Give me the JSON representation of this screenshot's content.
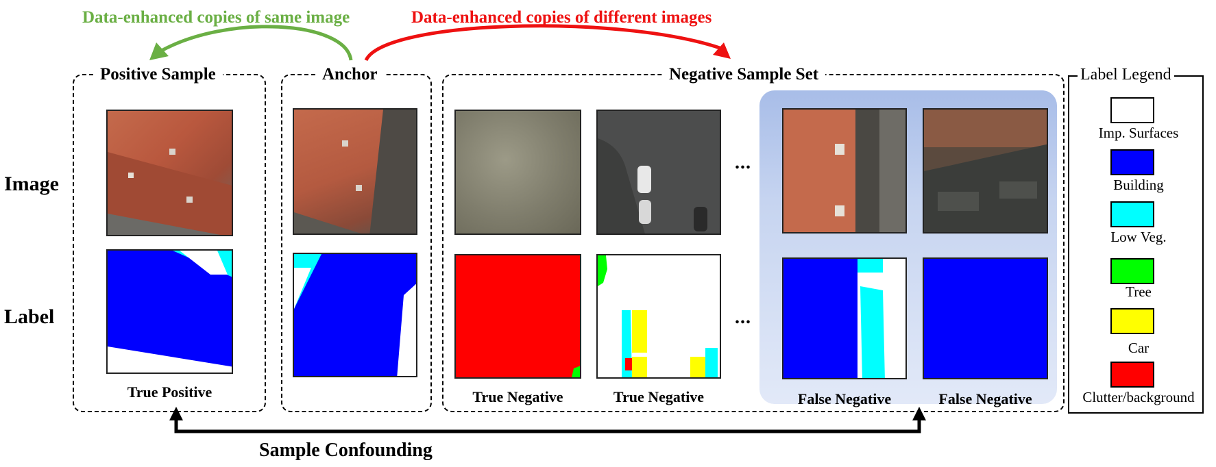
{
  "top_arrows": {
    "left_label": "Data-enhanced copies of same image",
    "left_color": "#6aaf44",
    "right_label": "Data-enhanced copies of different images",
    "right_color": "#ee1111"
  },
  "groups": {
    "positive": {
      "title": "Positive Sample",
      "caption": "True Positive"
    },
    "anchor": {
      "title": "Anchor"
    },
    "negative": {
      "title": "Negative Sample Set",
      "captions": [
        "True Negative",
        "True Negative",
        "False Negative",
        "False Negative"
      ]
    }
  },
  "row_labels": {
    "image": "Image",
    "label": "Label"
  },
  "ellipsis": "...",
  "bottom": {
    "label": "Sample Confounding"
  },
  "legend": {
    "title": "Label Legend",
    "items": [
      {
        "label": "Imp. Surfaces",
        "color": "#ffffff"
      },
      {
        "label": "Building",
        "color": "#0000ff"
      },
      {
        "label": "Low Veg.",
        "color": "#00ffff"
      },
      {
        "label": "Tree",
        "color": "#00ff00"
      },
      {
        "label": "Car",
        "color": "#ffff00"
      },
      {
        "label": "Clutter/background",
        "color": "#ff0000"
      }
    ]
  },
  "colors": {
    "imp_surfaces": "#ffffff",
    "building": "#0000ff",
    "low_veg": "#00ffff",
    "tree": "#00ff00",
    "car": "#ffff00",
    "clutter": "#ff0000",
    "false_negative_highlight": "#b4c6ec"
  }
}
